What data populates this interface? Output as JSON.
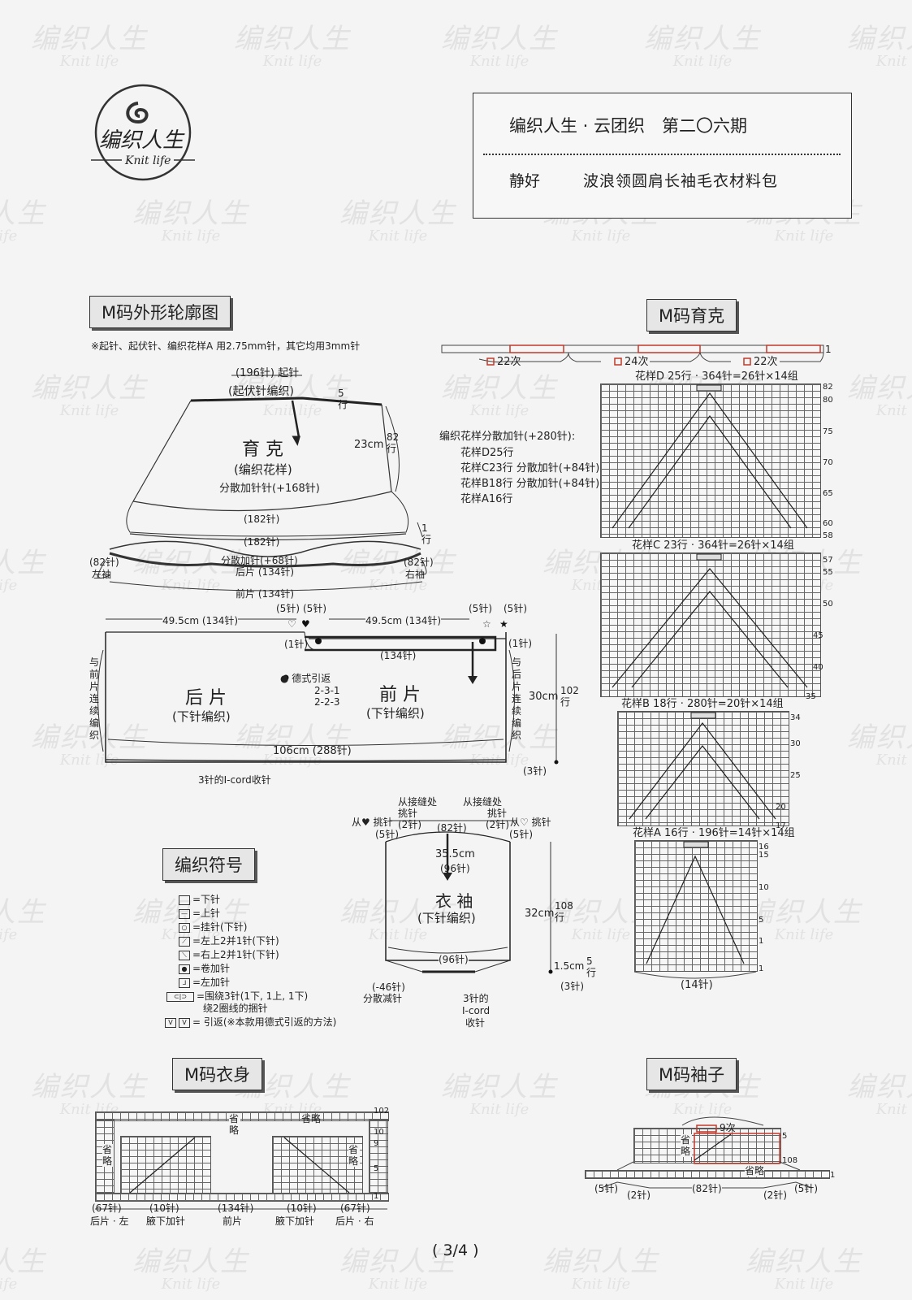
{
  "header": {
    "line1": "编织人生 · 云团织　第二〇六期",
    "designer": "静好",
    "product": "波浪领圆肩长袖毛衣材料包"
  },
  "logo": {
    "cn": "编织人生",
    "en": "Knit life"
  },
  "watermark": {
    "cn": "编织人生",
    "en": "Knit life"
  },
  "sections": {
    "outline": "M码外形轮廓图",
    "yoke": "M码育克",
    "symbols": "编织符号",
    "body": "M码衣身",
    "sleeve": "M码袖子"
  },
  "outline": {
    "note": "※起针、起伏针、编织花样A 用2.75mm针，其它均用3mm针",
    "cast_on": "(196针) 起针",
    "garter": "(起伏针编织)",
    "rows5": "5行",
    "yoke_len": "23cm",
    "rows82": "82行",
    "yoke_name": "育 克",
    "yoke_sub": "(编织花样)",
    "yoke_inc": "分散加针针(+168针)",
    "s182a": "(182针)",
    "s182b": "(182针)",
    "row1": "1行",
    "inc68": "分散加针(+68针)",
    "back134": "后片 (134针)",
    "front134": "前片 (134针)",
    "left82": "(82针)",
    "left_sleeve": "左袖",
    "right82": "(82针)",
    "right_sleeve": "右袖",
    "w_left": "49.5cm (134针)",
    "w_right": "49.5cm (134针)",
    "five1": "(5针)",
    "five2": "(5针)",
    "five3": "(5针)",
    "five4": "(5针)",
    "one1": "(1针)",
    "one2": "(1针)",
    "mid134": "(134针)",
    "german": "● 德式引返",
    "g1": "2-3-1",
    "g2": "2-2-3",
    "back": "后 片",
    "back_sub": "(下针编织)",
    "front": "前 片",
    "front_sub": "(下针编织)",
    "side_left": "与前片连续编织",
    "side_right": "与后片连续编织",
    "body_len": "30cm",
    "rows102": "102行",
    "hem": "106cm (288针)",
    "three": "(3针)",
    "icord": "3针的I-cord收针"
  },
  "sleeve_outline": {
    "from_seam1": "从接缝处",
    "pick1": "挑针",
    "from_seam2": "从接缝处",
    "pick2": "挑针",
    "heart_l": "从♥ 挑针",
    "heart_r": "从♡ 挑针",
    "two_l": "(2针)",
    "two_r": "(2针)",
    "five_l": "(5针)",
    "five_r": "(5针)",
    "top82": "(82针)",
    "width": "35.5cm",
    "s96a": "(96针)",
    "name": "衣 袖",
    "sub": "(下针编织)",
    "len": "32cm",
    "rows108": "108行",
    "s96b": "(96针)",
    "dec": "(-46针)",
    "dec_sub": "分散减针",
    "icord1": "3针的",
    "icord2": "I-cord",
    "icord3": "收针",
    "cuff": "1.5cm",
    "rows5": "5行",
    "three": "(3针)"
  },
  "legend": [
    "=下针",
    "=上针",
    "=挂针(下针)",
    "=左上2并1针(下针)",
    "=右上2并1针(下针)",
    "=卷加针",
    "=左加针",
    "=围绕3针(1下, 1上, 1下)",
    "绕2圈线的捆针",
    "= 引返(※本款用德式引返的方法)"
  ],
  "yoke_chart": {
    "r22a": "22次",
    "r24": "24次",
    "r22b": "22次",
    "one": "1",
    "pD": "花样D 25行 · 364针=26针×14组",
    "pC": "花样C 23行 · 364针=26针×14组",
    "pB": "花样B 18行 · 280针=20针×14组",
    "pA": "花样A 16行 · 196针=14针×14组",
    "dist_title": "编织花样分散加针(+280针):",
    "d1": "花样D25行",
    "d2": "花样C23行 分散加针(+84针)",
    "d3": "花样B18行 分散加针(+84针)",
    "d4": "花样A16行",
    "rowsD": [
      "82",
      "80",
      "75",
      "70",
      "65",
      "60",
      "58"
    ],
    "rowsC": [
      "57",
      "55",
      "50",
      "45",
      "40",
      "35"
    ],
    "rowsB": [
      "34",
      "30",
      "25",
      "20",
      "17"
    ],
    "rowsA": [
      "16",
      "15",
      "10",
      "5",
      "1",
      "1"
    ],
    "bottom14": "(14针)"
  },
  "body_chart": {
    "sheng1": "省略",
    "sheng2": "省略",
    "sheng3": "省略",
    "sheng4": "省略",
    "r102": "102",
    "r10": "10",
    "r9": "9",
    "r5": "5",
    "r1": "1",
    "c67l": "(67针)",
    "c10l": "(10针)",
    "c134": "(134针)",
    "c10r": "(10针)",
    "c67r": "(67针)",
    "back_l": "后片 · 左",
    "under_l": "腋下加针",
    "front": "前片",
    "under_r": "腋下加针",
    "back_r": "后片 · 右"
  },
  "sleeve_chart": {
    "times9": "9次",
    "sheng1": "省略",
    "sheng2": "省略",
    "r5": "5",
    "r108": "108",
    "r1": "1",
    "c5l": "(5针)",
    "c2l": "(2针)",
    "c82": "(82针)",
    "c2r": "(2针)",
    "c5r": "(5针)"
  },
  "page_no": "( 3/4 )"
}
